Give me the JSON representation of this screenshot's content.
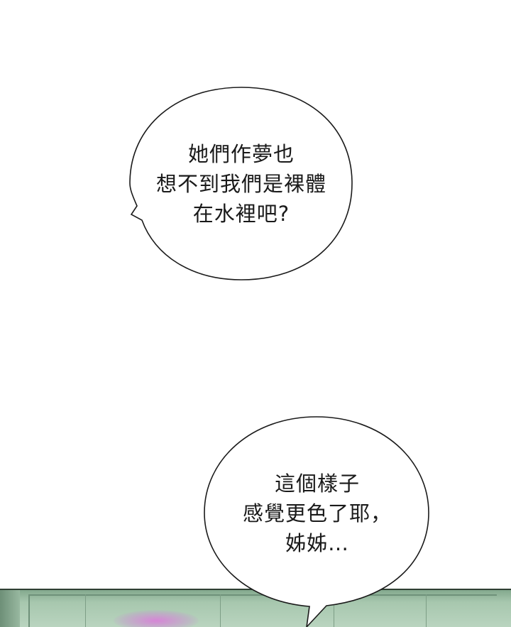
{
  "bubble_1": {
    "lines": [
      "她們作夢也",
      "想不到我們是裸體",
      "在水裡吧?"
    ]
  },
  "bubble_2": {
    "lines": [
      "這個樣子",
      "感覺更色了耶，",
      "姊姊…"
    ]
  },
  "colors": {
    "background": "#ffffff",
    "bubble_fill": "#ffffff",
    "bubble_stroke": "#1a1a1a",
    "text": "#1a1a1a",
    "panel_green": "#a7c7ae",
    "panel_glow": "#dc78dc"
  }
}
